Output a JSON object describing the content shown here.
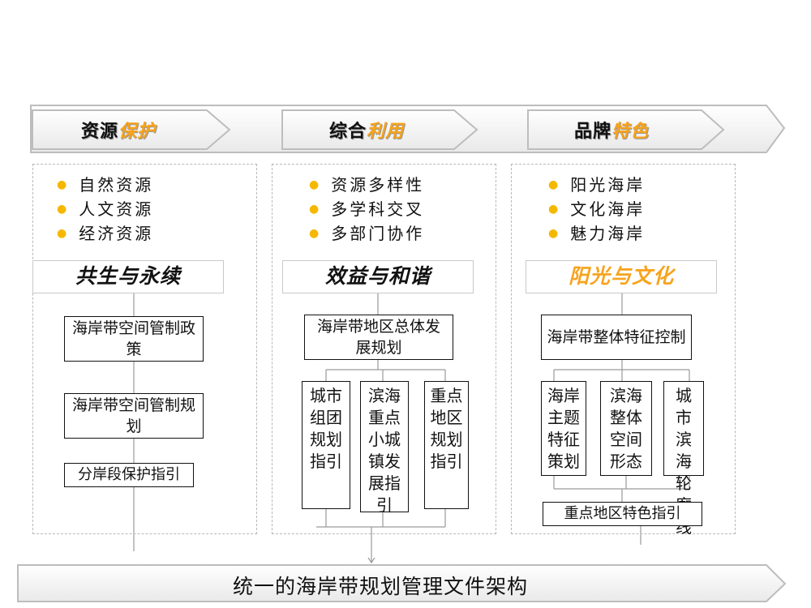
{
  "columns": [
    {
      "header_base": "资源",
      "header_accent": "保护",
      "bullets": [
        "自然资源",
        "人文资源",
        "经济资源"
      ],
      "theme": "共生与永续",
      "boxes": [
        "海岸带空间管制政策",
        "海岸带空间管制规划",
        "分岸段保护指引"
      ]
    },
    {
      "header_base": "综合",
      "header_accent": "利用",
      "bullets": [
        "资源多样性",
        "多学科交叉",
        "多部门协作"
      ],
      "theme": "效益与和谐",
      "top_box": "海岸带地区总体发展规划",
      "sub_boxes": [
        "城市组团规划指引",
        "滨海重点小城镇发展指引",
        "重点地区规划指引"
      ]
    },
    {
      "header_base": "品牌",
      "header_accent": "特色",
      "bullets": [
        "阳光海岸",
        "文化海岸",
        "魅力海岸"
      ],
      "theme": "阳光与文化",
      "top_box": "海岸带整体特征控制",
      "sub_boxes": [
        "海岸主题特征策划",
        "滨海整体空间形态",
        "城市滨海轮廓线"
      ],
      "bottom_box": "重点地区特色指引"
    }
  ],
  "bottom_banner": "统一的海岸带规划管理文件架构",
  "colors": {
    "accent": "#f7a31c",
    "bullet": "#f5b800",
    "frame": "#b8b8b8",
    "box_border": "#111111"
  }
}
